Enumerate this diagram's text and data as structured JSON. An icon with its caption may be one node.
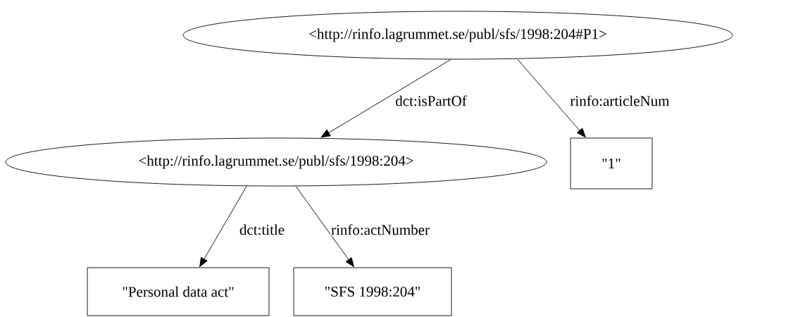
{
  "diagram": {
    "nodes": [
      {
        "text": [
          "<http://rinfo.lagrummet.se/publ/sfs/1998:204#P1>"
        ]
      },
      {
        "text": [
          "<http://rinfo.lagrummet.se/publ/sfs/1998:204>"
        ]
      },
      {
        "text": [
          "\"1\""
        ]
      },
      {
        "text": [
          "\"Personal data act\""
        ]
      },
      {
        "text": [
          "\"SFS 1998:204\""
        ]
      }
    ],
    "edges": [
      {
        "from": 0,
        "to": 1,
        "arrow": "to",
        "label": "dct:isPartOf"
      },
      {
        "from": 0,
        "to": 2,
        "arrow": "to",
        "label": "rinfo:articleNum"
      },
      {
        "from": 1,
        "to": 3,
        "arrow": "to",
        "label": "dct:title"
      },
      {
        "from": 1,
        "to": 4,
        "arrow": "to",
        "label": "rinfo:actNumber"
      }
    ]
  }
}
